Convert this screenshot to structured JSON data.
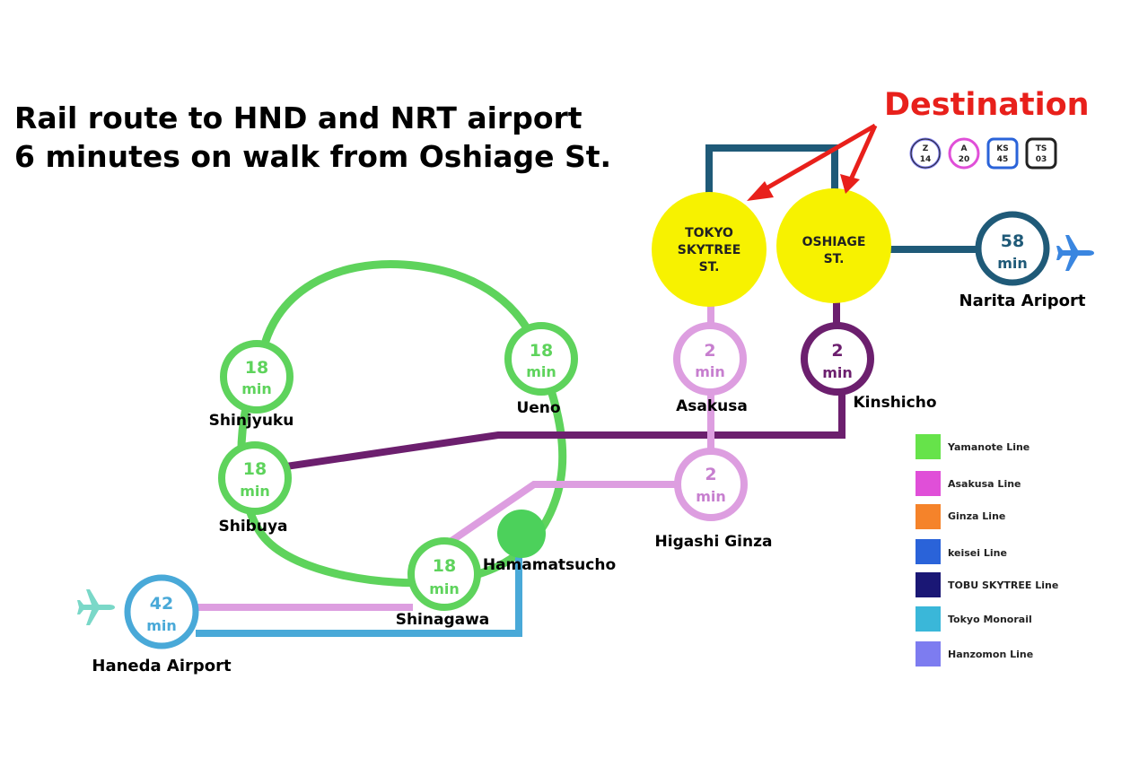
{
  "title": {
    "line1": "Rail route to HND and NRT airport",
    "line2": "6 minutes on walk from Oshiage St."
  },
  "destination_label": "Destination",
  "line_codes": [
    "Z 14",
    "A 20",
    "KS 45",
    "TS 03"
  ],
  "destinations": {
    "tokyo_skytree": [
      "TOKYO",
      "SKYTREE",
      "ST."
    ],
    "oshiage": [
      "OSHIAGE",
      "ST."
    ]
  },
  "stations": {
    "shinjyuku": {
      "label": "Shinjyuku",
      "minutes": "18",
      "unit": "min"
    },
    "ueno": {
      "label": "Ueno",
      "minutes": "18",
      "unit": "min"
    },
    "shibuya": {
      "label": "Shibuya",
      "minutes": "18",
      "unit": "min"
    },
    "shinagawa": {
      "label": "Shinagawa",
      "minutes": "18",
      "unit": "min"
    },
    "hamamatsucho": {
      "label": "Hamamatsucho"
    },
    "asakusa": {
      "label": "Asakusa",
      "minutes": "2",
      "unit": "min"
    },
    "higashi_ginza": {
      "label": "Higashi Ginza",
      "minutes": "2",
      "unit": "min"
    },
    "kinshicho": {
      "label": "Kinshicho",
      "minutes": "2",
      "unit": "min"
    },
    "narita": {
      "label": "Narita Ariport",
      "minutes": "58",
      "unit": "min"
    },
    "haneda": {
      "label": "Haneda  Airport",
      "minutes": "42",
      "unit": "min"
    }
  },
  "legend": [
    {
      "label": "Yamanote Line",
      "color": "#66e34a"
    },
    {
      "label": "Asakusa Line",
      "color": "#e04fd8"
    },
    {
      "label": "Ginza Line",
      "color": "#f5832a"
    },
    {
      "label": "keisei Line",
      "color": "#2a63d9"
    },
    {
      "label": "TOBU SKYTREE Line",
      "color": "#1a1775"
    },
    {
      "label": "Tokyo Monorail",
      "color": "#3ab7d9"
    },
    {
      "label": "Hanzomon Line",
      "color": "#7d7cf0"
    }
  ],
  "icons": {
    "narita": "airplane-icon",
    "haneda": "airplane-icon"
  },
  "colors": {
    "yamanote": "#5ed35c",
    "asakusa": "#dd9ee0",
    "hanzomon": "#6c1f6e",
    "keisei": "#1f5a78",
    "monorail": "#49a9d8",
    "destination": "#f7f200",
    "arrow": "#e8201b",
    "airplane_narita": "#3a86e0",
    "airplane_haneda": "#7ad8c8"
  }
}
